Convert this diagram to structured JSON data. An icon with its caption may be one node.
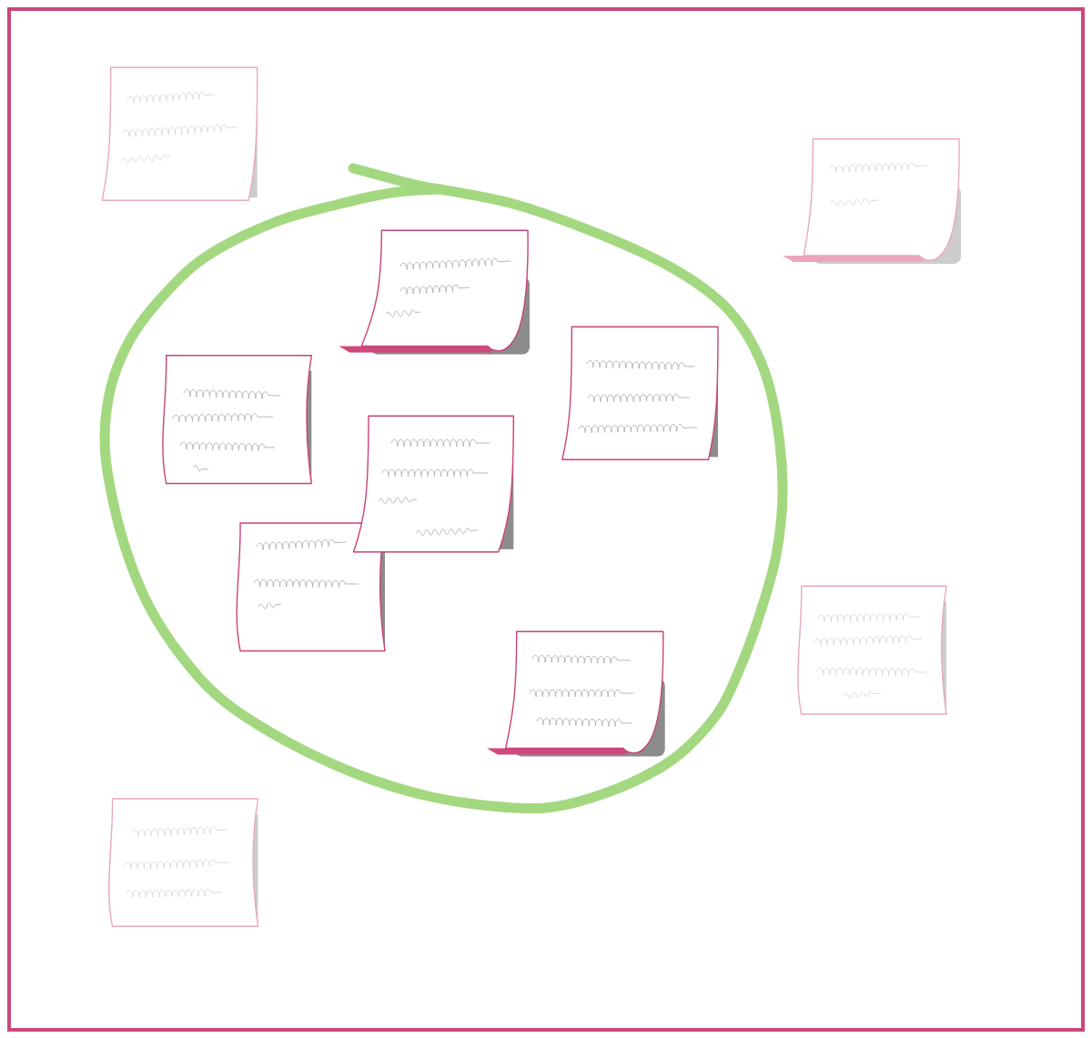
{
  "diagram": {
    "nodes": [
      {
        "text": [],
        "shape": "note"
      },
      {
        "text": [],
        "shape": "note"
      },
      {
        "text": [],
        "shape": "circle"
      },
      {
        "text": [],
        "shape": "note",
        "in": 2
      },
      {
        "text": [],
        "shape": "note",
        "in": 2
      },
      {
        "text": [],
        "shape": "note",
        "in": 2
      },
      {
        "text": [],
        "shape": "note",
        "in": 2
      },
      {
        "text": [],
        "shape": "note",
        "in": 2
      },
      {
        "text": [],
        "shape": "note",
        "in": 2
      },
      {
        "text": [],
        "shape": "note"
      },
      {
        "text": [],
        "shape": "note"
      }
    ]
  }
}
